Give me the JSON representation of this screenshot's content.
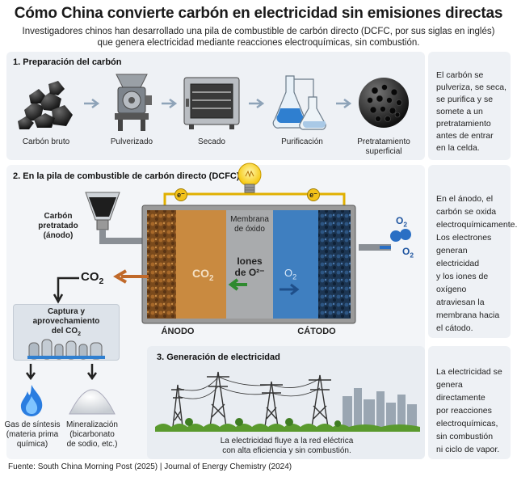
{
  "header": {
    "title": "Cómo China convierte carbón en electricidad sin emisiones directas",
    "subtitle_line1": "Investigadores chinos han desarrollado una pila de combustible de carbón directo (DCFC, por sus siglas en inglés)",
    "subtitle_line2": "que genera electricidad mediante reacciones electroquímicas, sin combustión."
  },
  "section1": {
    "title": "1. Preparación del carbón",
    "steps": [
      "Carbón bruto",
      "Pulverizado",
      "Secado",
      "Purificación"
    ],
    "step5_line1": "Pretratamiento",
    "step5_line2": "superficial",
    "side_text": [
      "El carbón se",
      "pulveriza, se seca,",
      "se purifica y se",
      "somete a un",
      "pretratamiento",
      "antes de entrar",
      "en la celda."
    ]
  },
  "section2": {
    "title": "2. En la pila de combustible de carbón directo (DCFC)",
    "hopper_label": [
      "Carbón",
      "pretratado",
      "(ánodo)"
    ],
    "electron": "e⁻",
    "membrane_label": [
      "Membrana",
      "de óxido"
    ],
    "ions_label": [
      "Iones",
      "de O²⁻"
    ],
    "co2_main": "CO",
    "co2_sub": "2",
    "o2_main": "O",
    "o2_sub": "2",
    "anode_label": "ÁNODO",
    "cathode_label": "CÁTODO",
    "capture_line1": "Captura y",
    "capture_line2": "aprovechamiento",
    "capture_line3": "del CO",
    "capture_sub": "2",
    "out1": [
      "Gas de síntesis",
      "(materia prima",
      "química)"
    ],
    "out2": [
      "Mineralización",
      "(bicarbonato",
      "de sodio, etc.)"
    ],
    "side_text": [
      "En el ánodo, el",
      "carbón se oxida",
      "electroquímicamente.",
      "Los electrones",
      "generan electricidad",
      "y los iones de oxígeno",
      "atraviesan la",
      "membrana hacia",
      "el cátodo."
    ]
  },
  "section3": {
    "title": "3. Generación de electricidad",
    "caption_line1": "La electricidad fluye a la red eléctrica",
    "caption_line2": "con alta eficiencia y sin combustión.",
    "side_text": [
      "La electricidad se",
      "genera directamente",
      "por reacciones",
      "electroquímicas,",
      "sin combustión",
      "ni ciclo de vapor."
    ]
  },
  "footer": "Fuente: South China Morning Post (2025) | Journal of Energy Chemistry (2024)",
  "colors": {
    "anode": "#c07a30",
    "cathode": "#3f7fc0",
    "membrane": "#a8a8a8",
    "panel": "#eef1f5",
    "accent_arrow": "#c0692a",
    "green_arrow": "#2f8a2f"
  }
}
